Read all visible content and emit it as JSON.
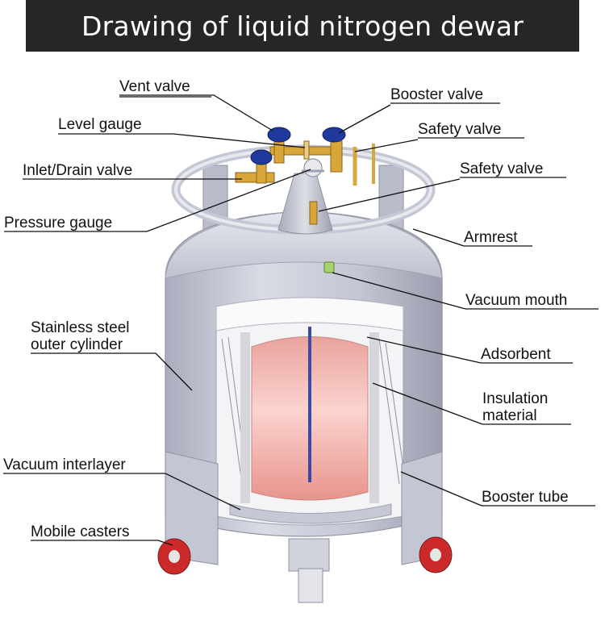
{
  "title": "Drawing of liquid nitrogen dewar",
  "labels": {
    "vent_valve": "Vent valve",
    "booster_valve": "Booster valve",
    "level_gauge": "Level gauge",
    "safety_valve_1": "Safety valve",
    "inlet_drain_valve": "Inlet/Drain valve",
    "safety_valve_2": "Safety valve",
    "pressure_gauge": "Pressure gauge",
    "armrest": "Armrest",
    "vacuum_mouth": "Vacuum mouth",
    "outer_cylinder_line1": "Stainless steel",
    "outer_cylinder_line2": "outer cylinder",
    "adsorbent": "Adsorbent",
    "insulation_line1": "Insulation",
    "insulation_line2": "material",
    "vacuum_interlayer": "Vacuum interlayer",
    "booster_tube": "Booster tube",
    "mobile_casters": "Mobile casters"
  },
  "colors": {
    "title_bg": "#262626",
    "steel": "#c9ccd8",
    "steel_dark": "#9ea2b3",
    "inner_tank": "#f3b3ad",
    "valve_handle": "#1f3a9c",
    "brass": "#d9a63a",
    "caster_wheel": "#cc2a2a"
  }
}
